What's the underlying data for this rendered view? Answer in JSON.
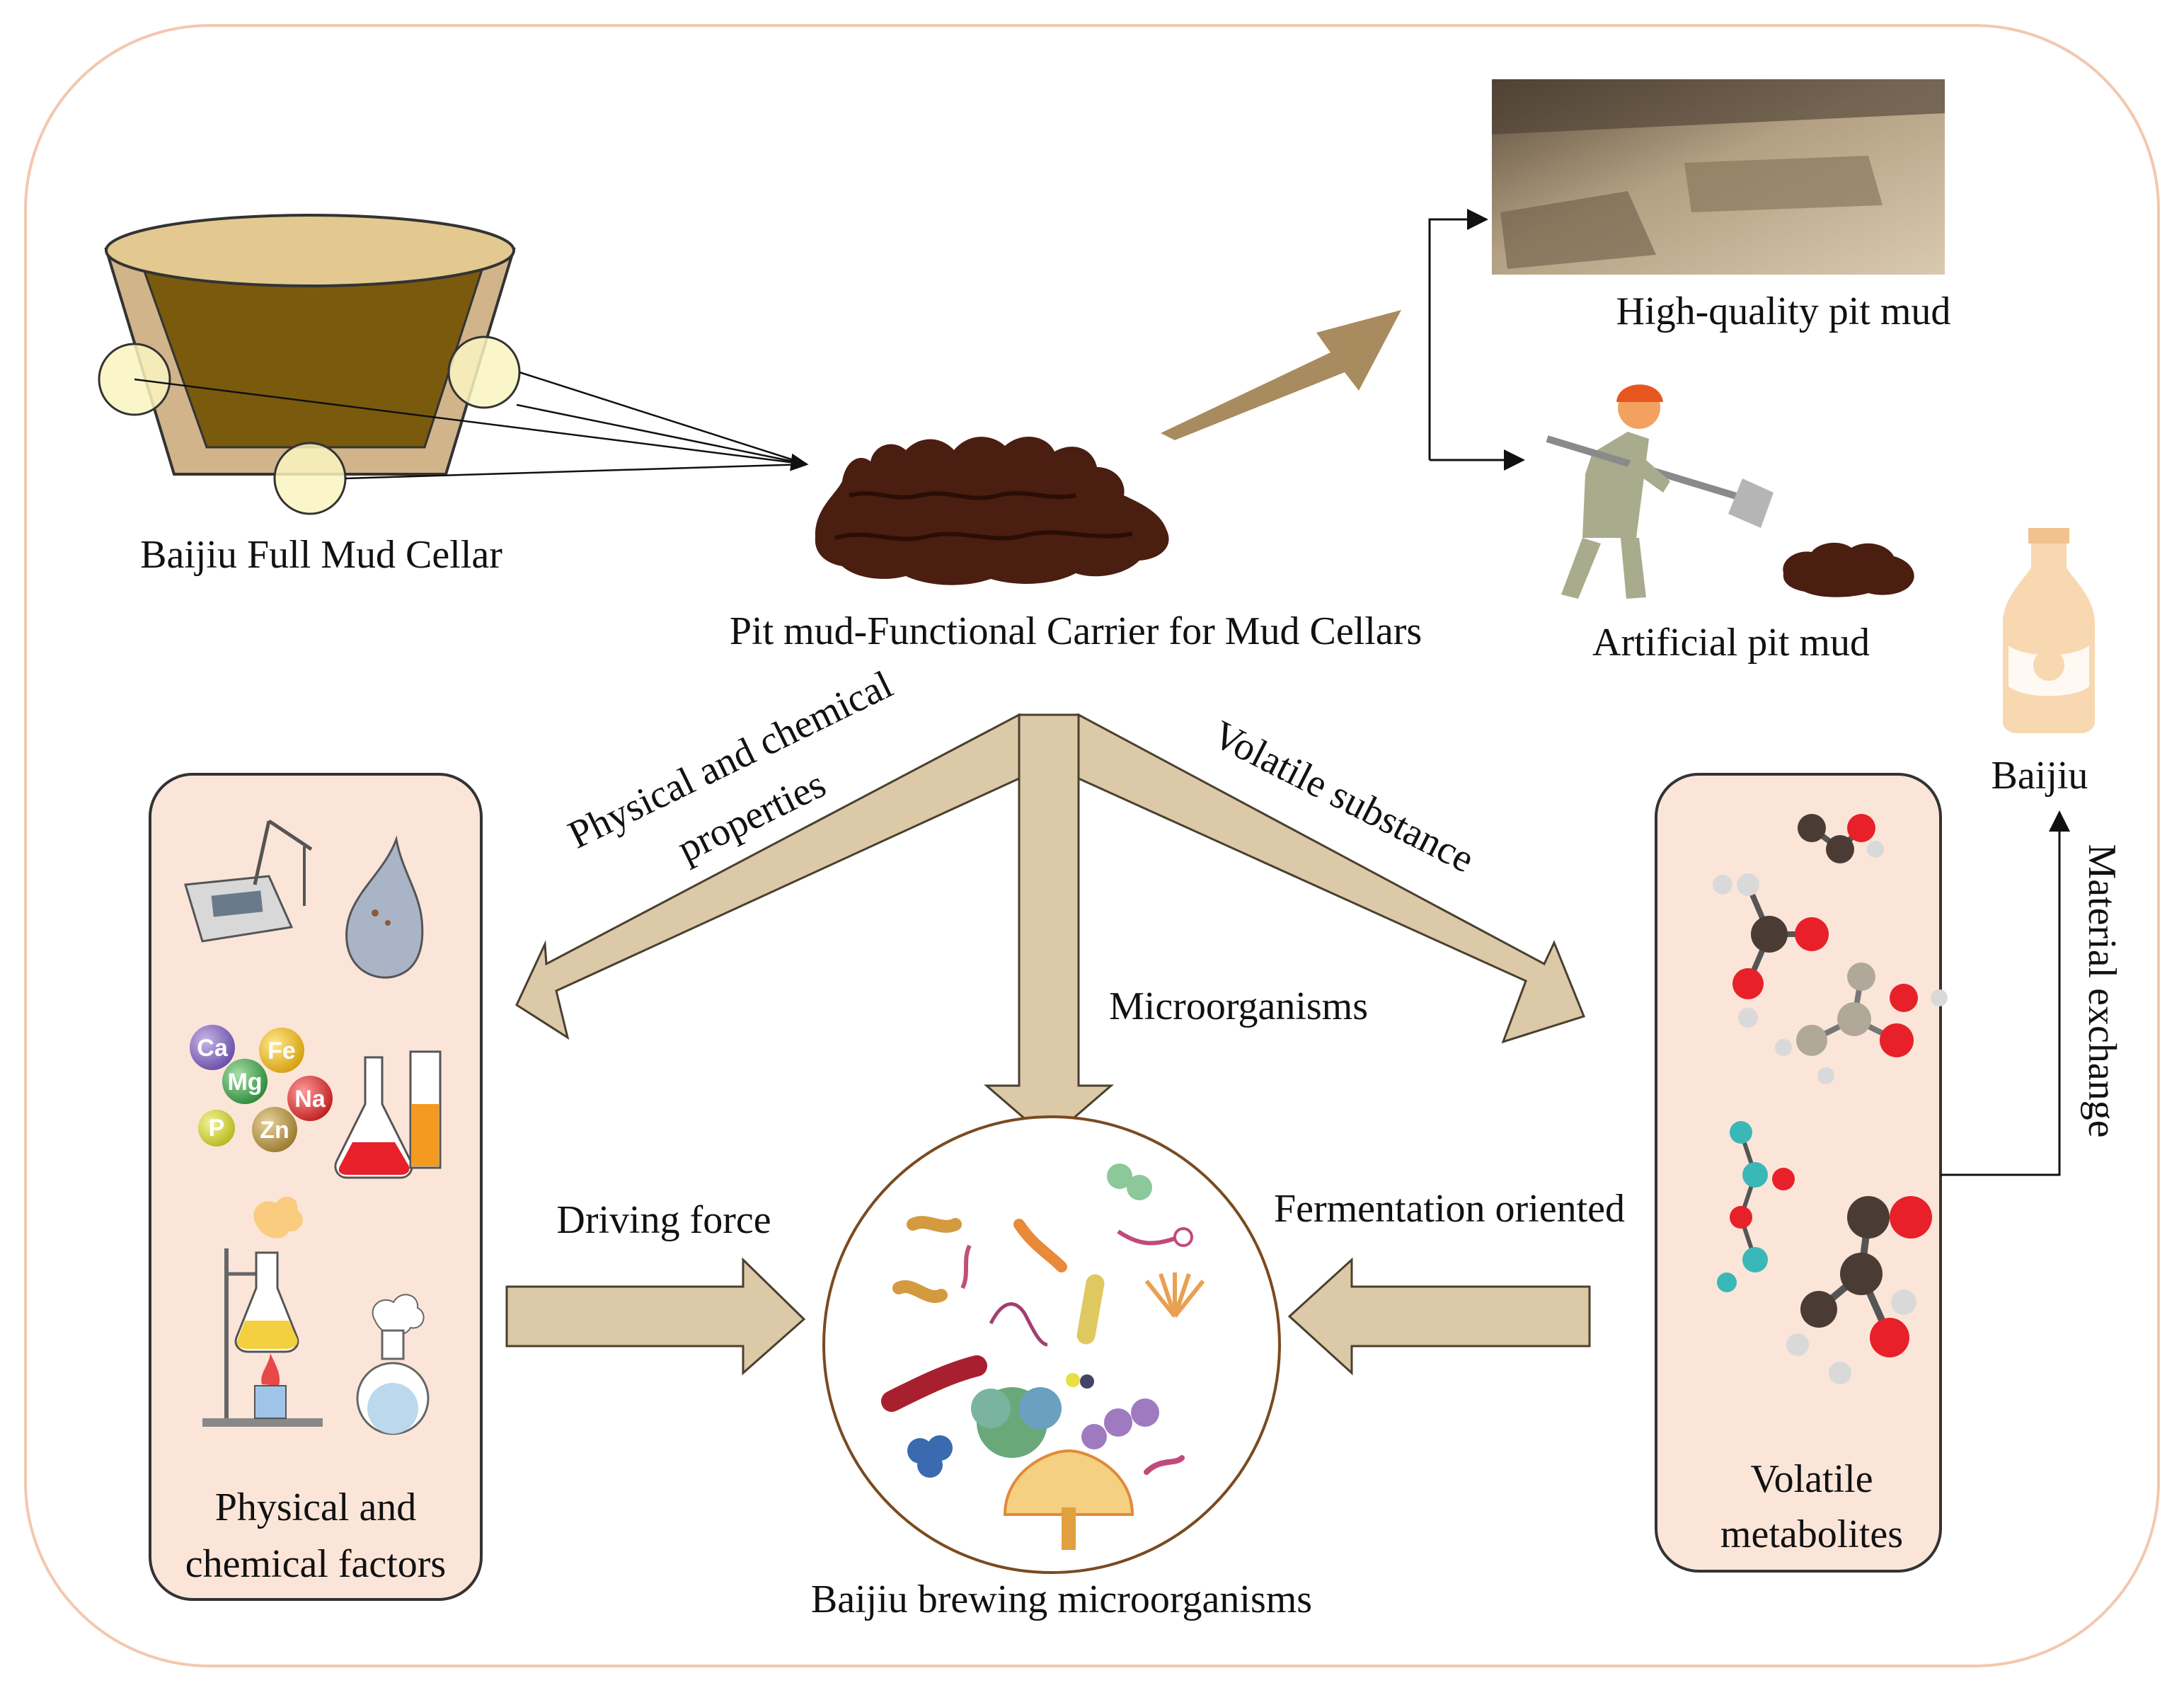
{
  "labels": {
    "mud_cellar": "Baijiu Full Mud Cellar",
    "pit_mud_carrier": "Pit mud-Functional  Carrier for Mud Cellars",
    "high_quality": "High-quality  pit mud",
    "artificial": "Artificial  pit mud",
    "baijiu": "Baijiu",
    "physical_props_1": "Physical  and chemical",
    "physical_props_2": "properties",
    "volatile_substance": "Volatile  substance",
    "microorganisms": "Microorganisms",
    "driving_force": "Driving  force",
    "fermentation_oriented": "Fermentation  oriented",
    "material_exchange": "Material  exchange",
    "phys_factors_1": "Physical  and",
    "phys_factors_2": "chemical  factors",
    "volatile_metabolites_1": "Volatile",
    "volatile_metabolites_2": "metabolites",
    "brewing_microorganisms": "Baijiu brewing microorganisms"
  },
  "elements": [
    "Ca",
    "Mg",
    "Fe",
    "Na",
    "P",
    "Zn"
  ],
  "colors": {
    "frame": "#f2c8ad",
    "panel_fill": "#fbe5d9",
    "arrow_fill": "#dcc9a7",
    "arrow_stroke": "#4a4030",
    "mud": "#4a1e10",
    "cellar_inner": "#7a5a0c",
    "bottle": "#f7d8b0"
  }
}
